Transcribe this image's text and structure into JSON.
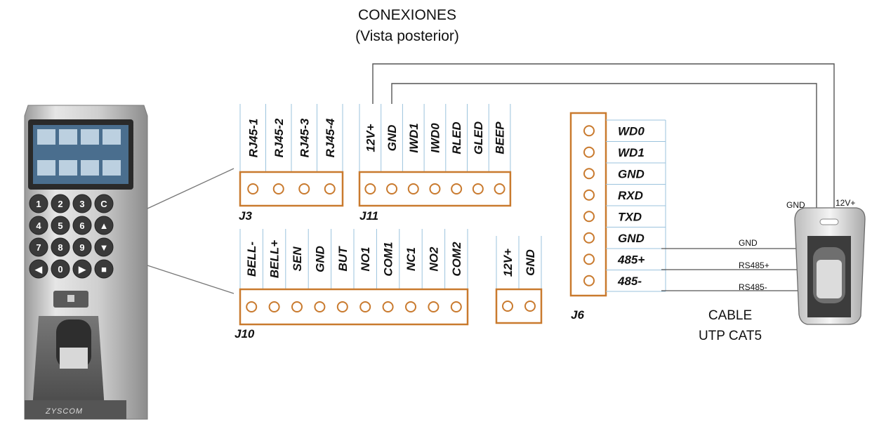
{
  "title": {
    "line1": "CONEXIONES",
    "line2": "(Vista posterior)"
  },
  "device": {
    "brand": "ZYSCOM",
    "keys": [
      "1",
      "2",
      "3",
      "C",
      "4",
      "5",
      "6",
      "▲",
      "7",
      "8",
      "9",
      "▼",
      "◀",
      "0",
      "▶",
      "■"
    ]
  },
  "connectors": {
    "j3": {
      "name": "J3",
      "pins": [
        "RJ45-1",
        "RJ45-2",
        "RJ45-3",
        "RJ45-4"
      ]
    },
    "j11": {
      "name": "J11",
      "pins": [
        "12V+",
        "GND",
        "IWD1",
        "IWD0",
        "RLED",
        "GLED",
        "BEEP"
      ]
    },
    "j10": {
      "name": "J10",
      "pins": [
        "BELL-",
        "BELL+",
        "SEN",
        "GND",
        "BUT",
        "NO1",
        "COM1",
        "NC1",
        "NO2",
        "COM2"
      ]
    },
    "pwr": {
      "pins": [
        "12V+",
        "GND"
      ]
    },
    "j6": {
      "name": "J6",
      "pins": [
        "WD0",
        "WD1",
        "GND",
        "RXD",
        "TXD",
        "GND",
        "485+",
        "485-"
      ]
    }
  },
  "reader": {
    "top_left": "GND",
    "top_right": "12V+",
    "wire_labels": [
      "GND",
      "RS485+",
      "RS485-"
    ]
  },
  "cable": {
    "line1": "CABLE",
    "line2": "UTP CAT5"
  },
  "colors": {
    "connector_border": "#c97a2e",
    "pin_border": "#c97a2e",
    "pin_fill": "#ffffff",
    "grid_line": "#9bc3dd",
    "wire": "#555555"
  }
}
